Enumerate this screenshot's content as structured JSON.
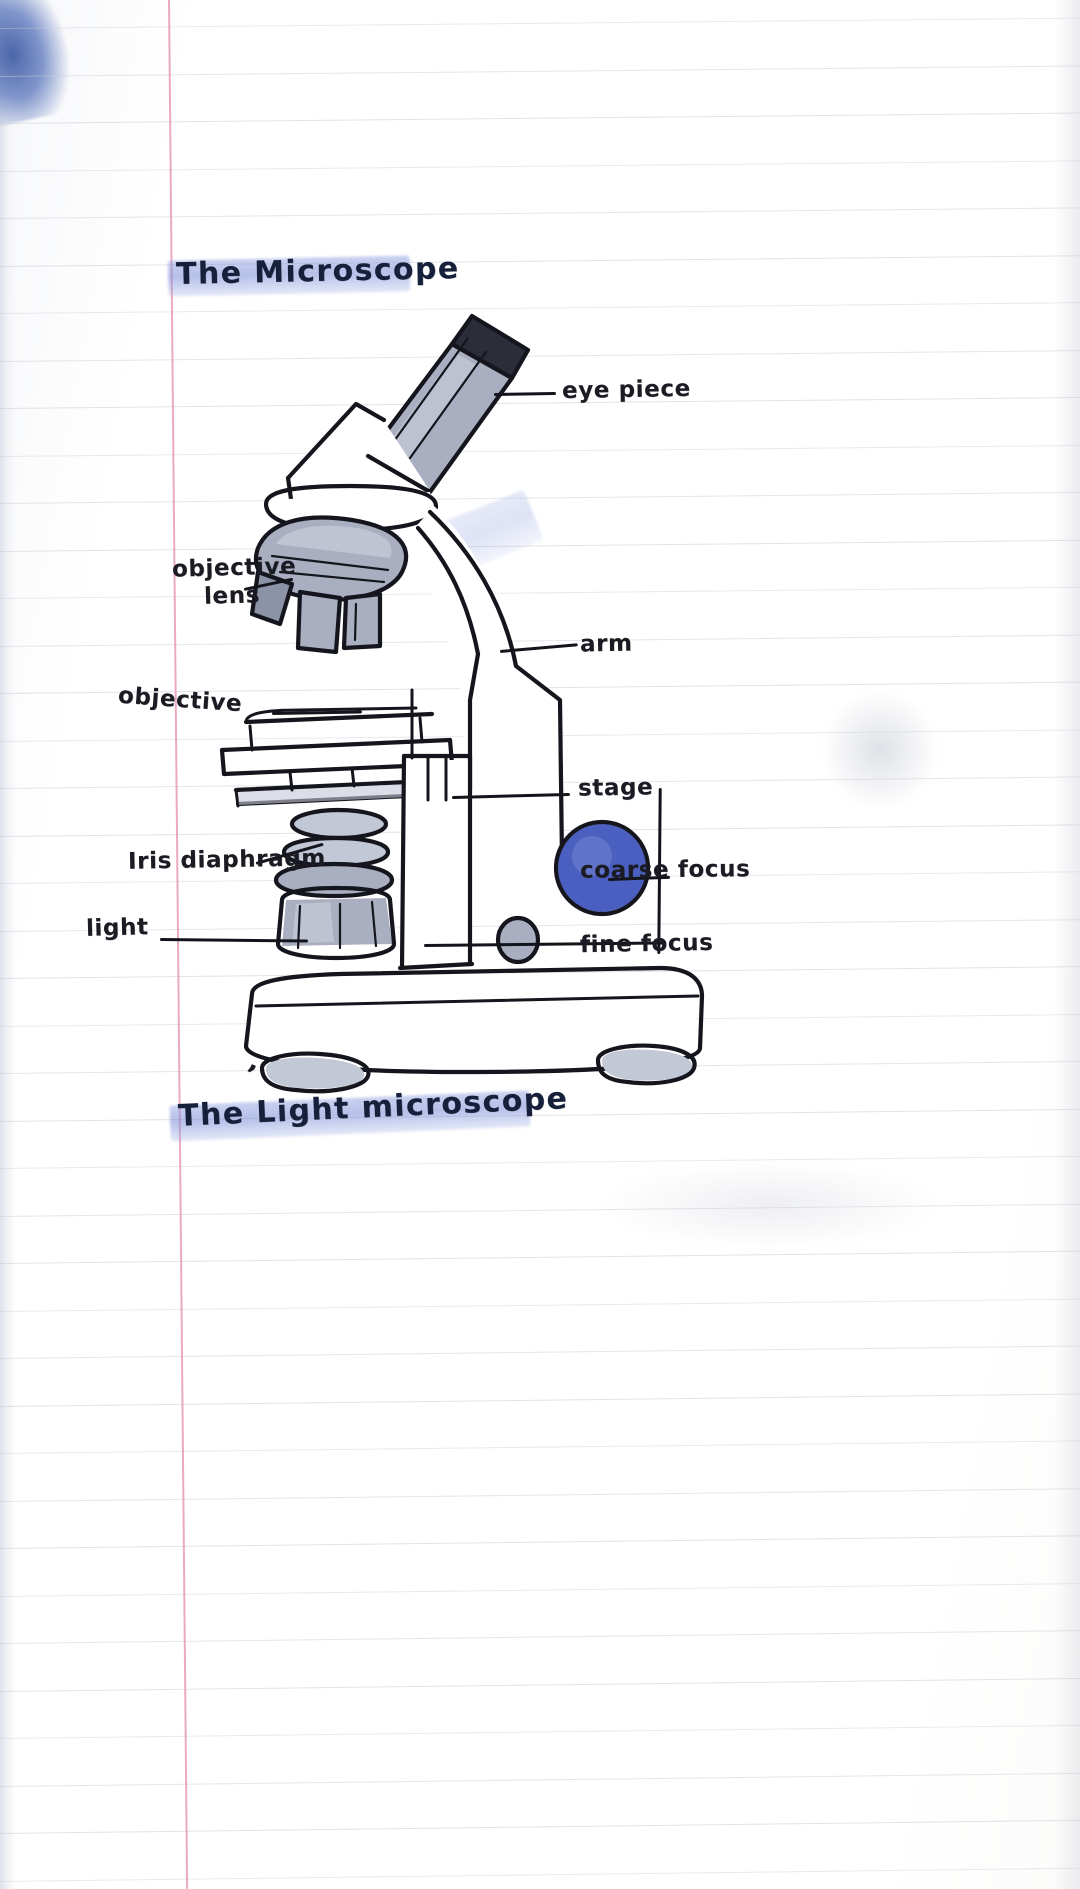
{
  "document": {
    "medium": "lined notebook paper",
    "title": "The Microscope",
    "caption": "The Light microscope",
    "subject": "hand-drawn labelled diagram of a compound light microscope"
  },
  "colors": {
    "ink": "#15151d",
    "highlighter": "#7a8cd8",
    "rule_line": "#c9cdd6",
    "margin_line": "#e79ab5",
    "knob_blue": "#4b5fc0",
    "metal_grey": "#a9afc0",
    "paper": "#ffffff"
  },
  "labels": {
    "left": [
      {
        "id": "objective-lens",
        "text_line1": "objective",
        "text_line2": "lens"
      },
      {
        "id": "objective",
        "text": "objective"
      },
      {
        "id": "iris-diaphragm",
        "text": "Iris diaphragm"
      },
      {
        "id": "light",
        "text": "light"
      }
    ],
    "right": [
      {
        "id": "eyepiece",
        "text": "eye piece"
      },
      {
        "id": "arm",
        "text": "arm"
      },
      {
        "id": "stage",
        "text": "stage"
      },
      {
        "id": "coarse-focus",
        "text": "coarse focus"
      },
      {
        "id": "fine-focus",
        "text": "fine focus"
      }
    ]
  },
  "diagram": {
    "parts": [
      "eyepiece",
      "body tube",
      "revolving nosepiece",
      "objective lens",
      "objective",
      "stage",
      "iris diaphragm",
      "light source",
      "arm",
      "coarse focus knob",
      "fine focus knob",
      "base"
    ]
  }
}
